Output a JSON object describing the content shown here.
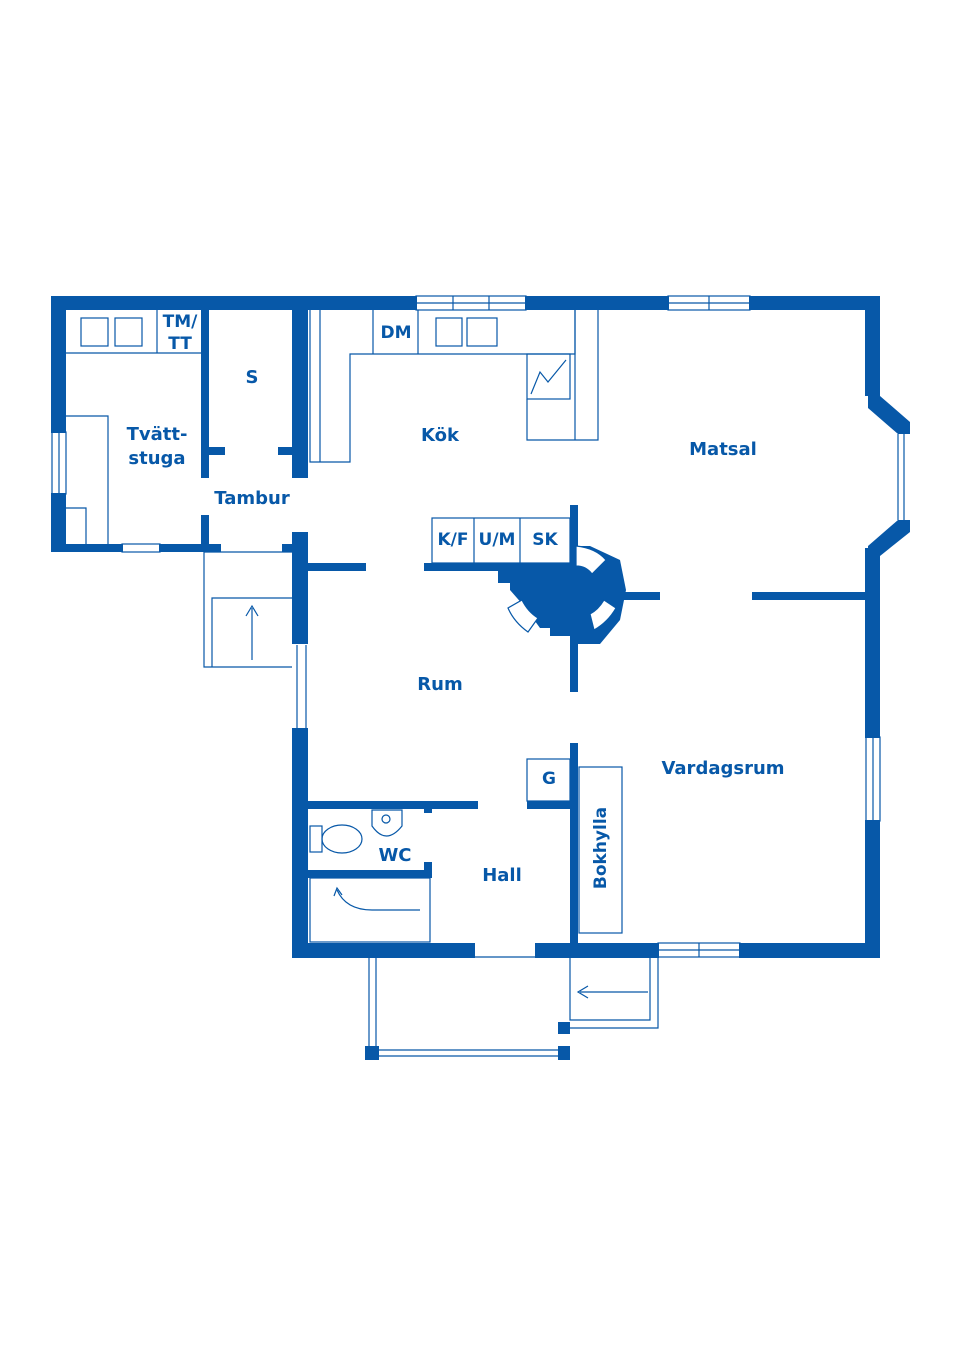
{
  "colors": {
    "wall": "#0758a8",
    "background": "#ffffff"
  },
  "rooms": {
    "tvattstuga_line1": "Tvätt-",
    "tvattstuga_line2": "stuga",
    "s": "S",
    "tambur": "Tambur",
    "kok": "Kök",
    "matsal": "Matsal",
    "rum": "Rum",
    "vardagsrum": "Vardagsrum",
    "wc": "WC",
    "hall": "Hall"
  },
  "fixtures": {
    "tm_tt_line1": "TM/",
    "tm_tt_line2": "TT",
    "dm": "DM",
    "kf": "K/F",
    "um": "U/M",
    "sk": "SK",
    "g": "G",
    "bokhylla": "Bokhylla"
  }
}
